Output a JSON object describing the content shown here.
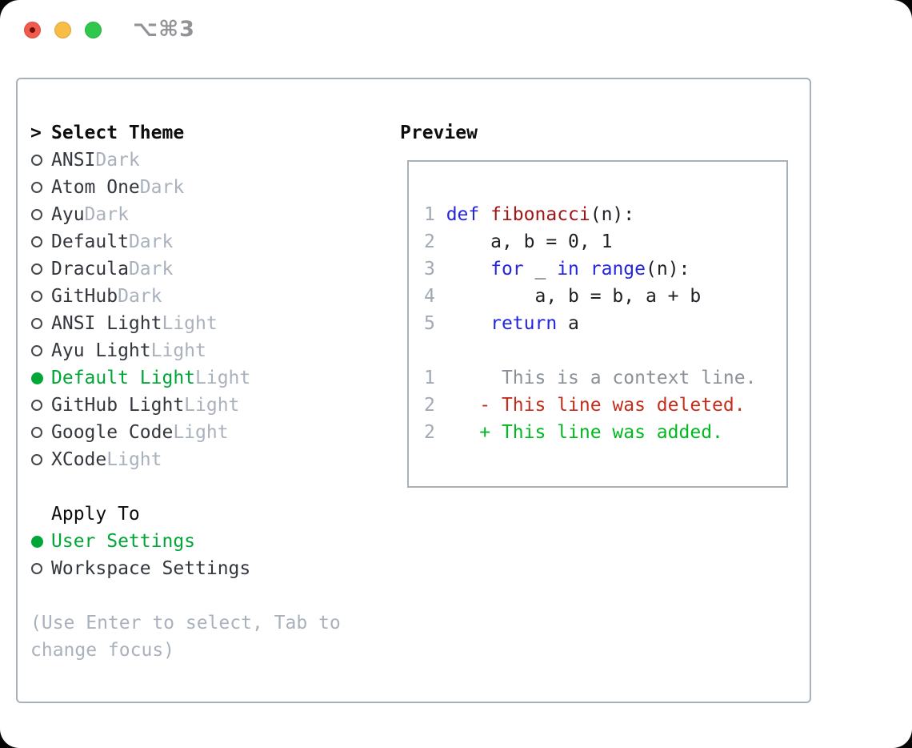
{
  "window": {
    "title": "⌥⌘3"
  },
  "colors": {
    "selected-green": "#00a636",
    "added-green": "#00b81f",
    "deleted-red": "#c52d1b",
    "keyword-blue": "#2525dd",
    "function-red": "#a31515",
    "code-text": "#1d2024",
    "context-gray": "#8b9199",
    "linenum-gray": "#9fa8b4",
    "muted-gray": "#a9b1bd",
    "text-dark": "#33373d",
    "heading-black": "#0c0d0e",
    "border-gray": "#a9b1ba",
    "traffic-red": "#f15b4e",
    "traffic-yellow": "#f7bd45",
    "traffic-green": "#2fc84c",
    "title-gray": "#929297"
  },
  "theme_list": {
    "prompt": ">",
    "heading": "Select Theme",
    "items": [
      {
        "name": "ANSI",
        "variant": "Dark",
        "selected": false
      },
      {
        "name": "Atom One",
        "variant": "Dark",
        "selected": false
      },
      {
        "name": "Ayu",
        "variant": "Dark",
        "selected": false
      },
      {
        "name": "Default",
        "variant": "Dark",
        "selected": false
      },
      {
        "name": "Dracula",
        "variant": "Dark",
        "selected": false
      },
      {
        "name": "GitHub",
        "variant": "Dark",
        "selected": false
      },
      {
        "name": "ANSI Light",
        "variant": "Light",
        "selected": false
      },
      {
        "name": "Ayu Light",
        "variant": "Light",
        "selected": false
      },
      {
        "name": "Default Light",
        "variant": "Light",
        "selected": true
      },
      {
        "name": "GitHub Light",
        "variant": "Light",
        "selected": false
      },
      {
        "name": "Google Code",
        "variant": "Light",
        "selected": false
      },
      {
        "name": "XCode",
        "variant": "Light",
        "selected": false
      }
    ]
  },
  "apply_to": {
    "heading": "Apply To",
    "options": [
      {
        "label": "User Settings",
        "selected": true
      },
      {
        "label": "Workspace Settings",
        "selected": false
      }
    ]
  },
  "hint": "(Use Enter to select, Tab to change focus)",
  "preview": {
    "heading": "Preview",
    "lines": [
      {
        "num": "1",
        "segments": [
          {
            "text": "def",
            "style": "keyword"
          },
          {
            "text": " ",
            "style": "plain"
          },
          {
            "text": "fibonacci",
            "style": "function"
          },
          {
            "text": "(n):",
            "style": "plain"
          }
        ]
      },
      {
        "num": "2",
        "segments": [
          {
            "text": "    a, b = 0, 1",
            "style": "plain"
          }
        ]
      },
      {
        "num": "3",
        "segments": [
          {
            "text": "    ",
            "style": "plain"
          },
          {
            "text": "for",
            "style": "keyword"
          },
          {
            "text": " _ ",
            "style": "plain"
          },
          {
            "text": "in",
            "style": "keyword"
          },
          {
            "text": " ",
            "style": "plain"
          },
          {
            "text": "range",
            "style": "keyword"
          },
          {
            "text": "(n):",
            "style": "plain"
          }
        ]
      },
      {
        "num": "4",
        "segments": [
          {
            "text": "        a, b = b, a + b",
            "style": "plain"
          }
        ]
      },
      {
        "num": "5",
        "segments": [
          {
            "text": "    ",
            "style": "plain"
          },
          {
            "text": "return",
            "style": "keyword"
          },
          {
            "text": " a",
            "style": "plain"
          }
        ]
      },
      {
        "num": "",
        "segments": []
      },
      {
        "num": "1",
        "segments": [
          {
            "text": "     This is a context line.",
            "style": "context"
          }
        ]
      },
      {
        "num": "2",
        "segments": [
          {
            "text": "   - This line was deleted.",
            "style": "deleted"
          }
        ]
      },
      {
        "num": "2",
        "segments": [
          {
            "text": "   + This line was added.",
            "style": "added"
          }
        ]
      }
    ]
  }
}
